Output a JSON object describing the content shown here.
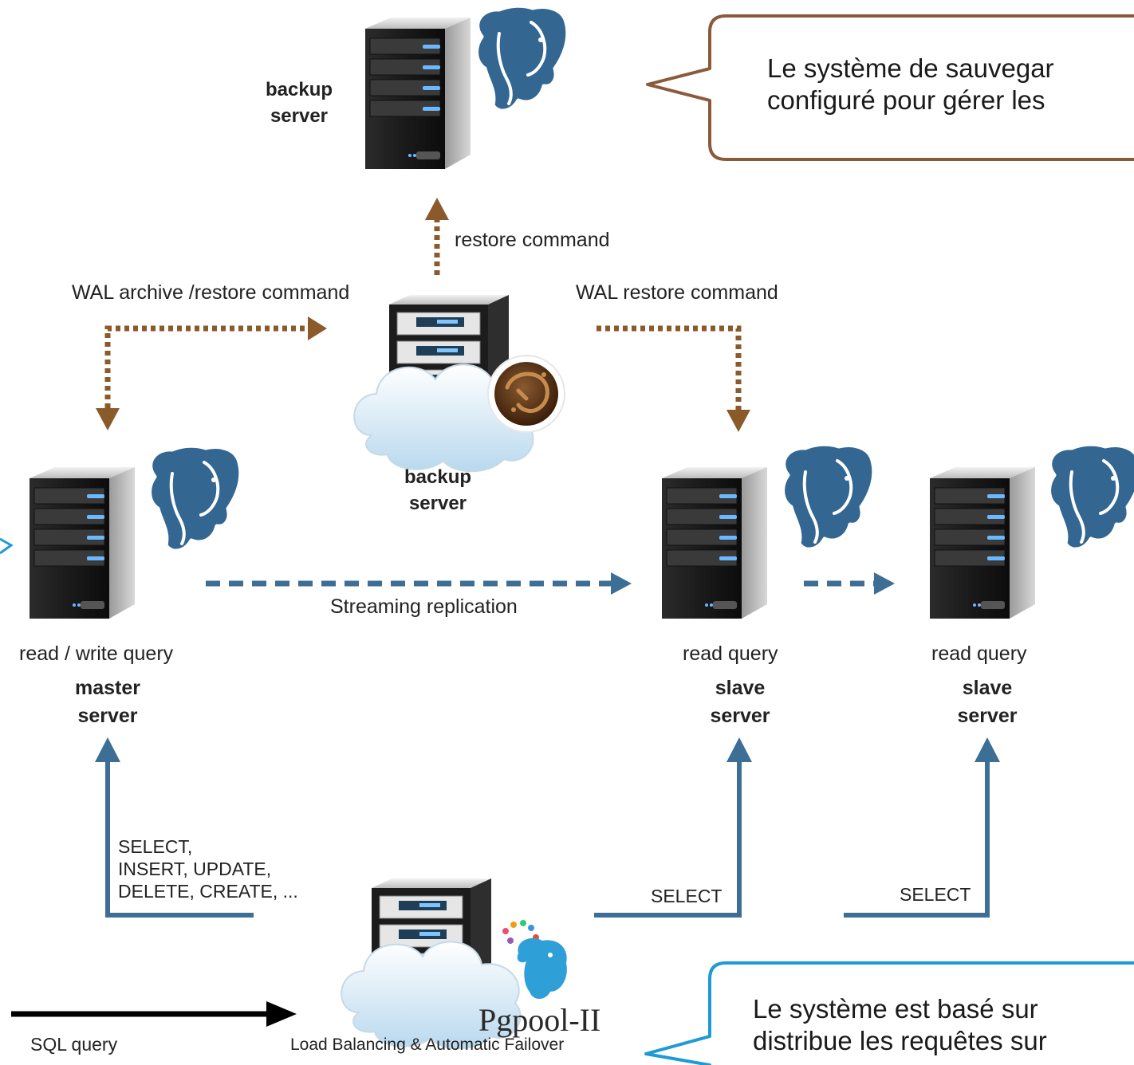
{
  "callouts": {
    "top": {
      "line1": "Le système de sauvegar",
      "line2": "configuré pour gérer les",
      "border_color": "#8b5a3c"
    },
    "bottom": {
      "line1": "Le système est basé sur",
      "line2": "distribue les requêtes sur",
      "border_color": "#1e9ad6"
    }
  },
  "servers": {
    "backup_top": {
      "line1": "backup",
      "line2": "server"
    },
    "backup_cloud": {
      "line1": "backup",
      "line2": "server"
    },
    "master": {
      "query": "read / write query",
      "line1": "master",
      "line2": "server"
    },
    "slave1": {
      "query": "read query",
      "line1": "slave",
      "line2": "server"
    },
    "slave2": {
      "query": "read query",
      "line1": "slave",
      "line2": "server"
    }
  },
  "edges": {
    "restore_command": "restore command",
    "wal_archive": "WAL archive /restore command",
    "wal_restore": "WAL restore command",
    "streaming": "Streaming replication",
    "master_queries": [
      "SELECT,",
      "INSERT, UPDATE,",
      "DELETE, CREATE, ..."
    ],
    "select_1": "SELECT",
    "select_2": "SELECT",
    "sql_query": "SQL query"
  },
  "pgpool": {
    "title": "Pgpool-II",
    "subtitle": "Load Balancing & Automatic Failover"
  },
  "colors": {
    "brown": "#8b5a2b",
    "blue": "#3d6e96",
    "black": "#000000",
    "elephant": "#336791"
  },
  "icons": [
    "postgresql-elephant-icon",
    "server-tower-icon",
    "cloud-icon",
    "barman-logo-icon",
    "pgpool-logo-icon"
  ]
}
